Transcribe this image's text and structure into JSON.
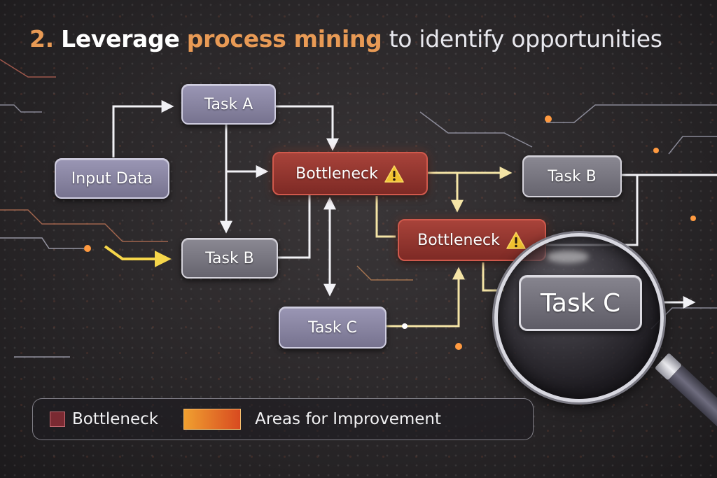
{
  "title": {
    "number": "2.",
    "word": "Leverage",
    "highlight": "process mining",
    "rest": "to identify opportunities"
  },
  "nodes": {
    "input_data": "Input Data",
    "task_a": "Task A",
    "task_b_left": "Task B",
    "task_c": "Task C",
    "bottleneck_1": "Bottleneck",
    "bottleneck_2": "Bottleneck",
    "task_b_right": "Task B",
    "task_c_magnified": "Task C"
  },
  "icons": {
    "warning": "warning-triangle-icon",
    "magnifier": "magnifying-glass-icon"
  },
  "legend": {
    "items": [
      {
        "label": "Bottleneck",
        "color": "#7a2a32"
      },
      {
        "label": "Areas for Improvement",
        "color": "#e8702a"
      }
    ]
  },
  "colors": {
    "accent_orange": "#e89a55",
    "bottleneck_red": "#9a3a32",
    "task_purple": "#8a86a4",
    "highlight_path": "#f2e2a0",
    "background": "#2a2729"
  }
}
